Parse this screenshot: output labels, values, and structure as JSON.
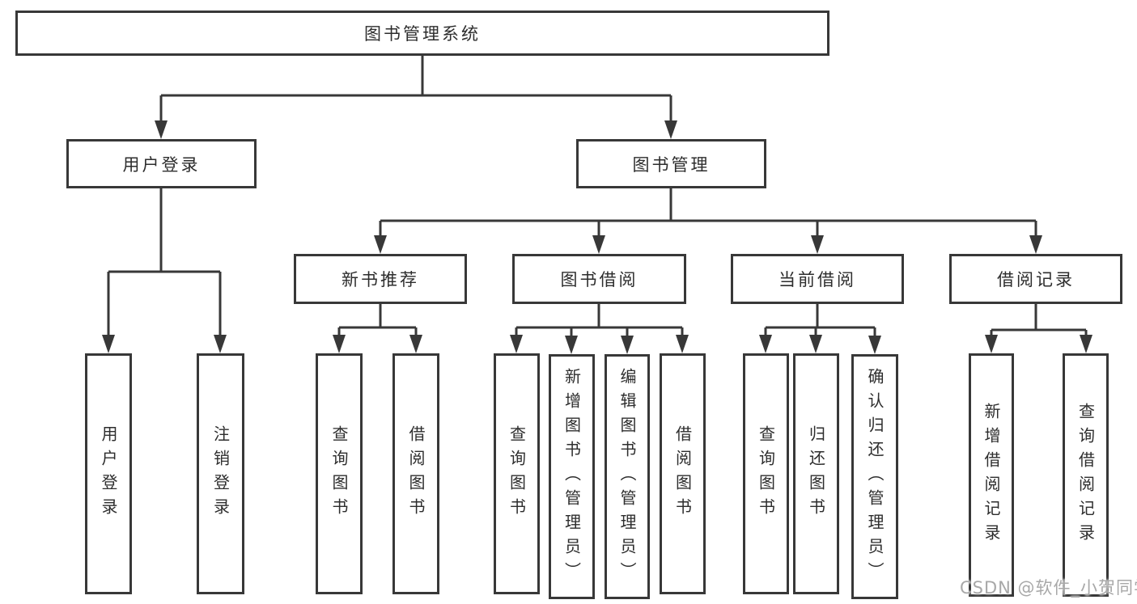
{
  "tree": {
    "root": {
      "label": "图书管理系统"
    },
    "branches": [
      {
        "label": "用户登录",
        "children": [
          "用户登录",
          "注销登录"
        ]
      },
      {
        "label": "图书管理",
        "groups": [
          {
            "label": "新书推荐",
            "children": [
              "查询图书",
              "借阅图书"
            ]
          },
          {
            "label": "图书借阅",
            "children": [
              "查询图书",
              "新增图书（管理员）",
              "编辑图书（管理员）",
              "借阅图书"
            ]
          },
          {
            "label": "当前借阅",
            "children": [
              "查询图书",
              "归还图书",
              "确认归还（管理员）"
            ]
          },
          {
            "label": "借阅记录",
            "children": [
              "新增借阅记录",
              "查询借阅记录"
            ]
          }
        ]
      }
    ]
  },
  "watermark": "CSDN @软件_小贺同学",
  "colors": {
    "line": "#383838",
    "text": "#2d2d2d",
    "background": "#ffffff",
    "watermark": "#a8a8a8"
  }
}
